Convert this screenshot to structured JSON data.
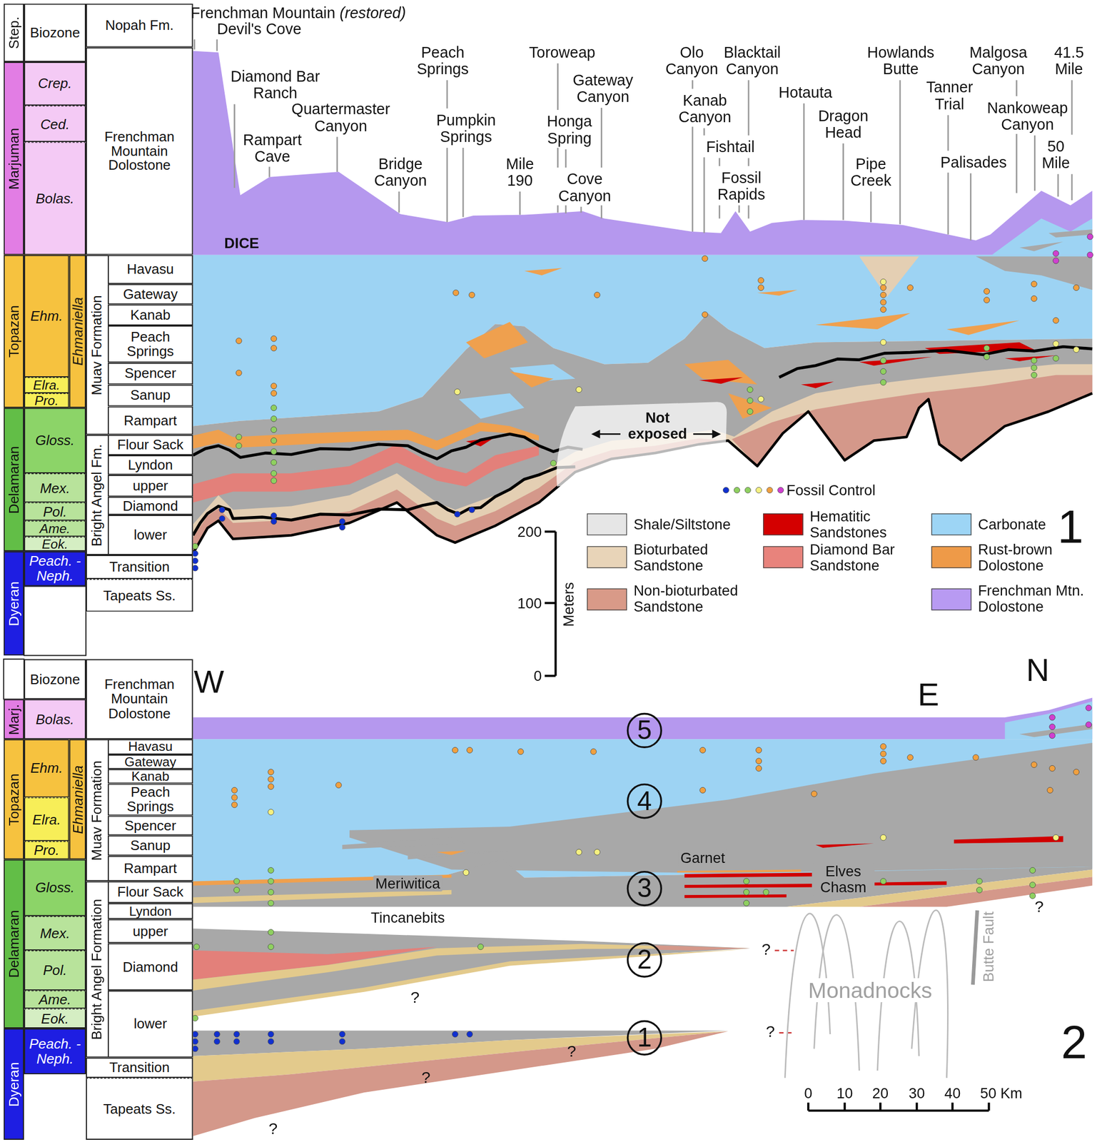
{
  "diagram": {
    "nodes": [
      {
        "text": [
          "Step."
        ]
      },
      {
        "text": [
          "Marjuman"
        ]
      },
      {
        "text": [
          "Topazan"
        ]
      },
      {
        "text": [
          "Delamaran"
        ]
      },
      {
        "text": [
          "Dyeran"
        ]
      },
      {
        "text": [
          "Biozone"
        ]
      },
      {
        "text": [
          "Crep."
        ]
      },
      {
        "text": [
          "Ced."
        ]
      },
      {
        "text": [
          "Bolas."
        ]
      },
      {
        "text": [
          "Ehm."
        ]
      },
      {
        "text": [
          "Elra."
        ]
      },
      {
        "text": [
          "Pro."
        ]
      },
      {
        "text": [
          "Ehmaniella"
        ]
      },
      {
        "text": [
          "Gloss."
        ]
      },
      {
        "text": [
          "Mex."
        ]
      },
      {
        "text": [
          "Pol."
        ]
      },
      {
        "text": [
          "Ame."
        ]
      },
      {
        "text": [
          "Eok."
        ]
      },
      {
        "text": [
          "Peach. -Neph."
        ]
      },
      {
        "text": [
          "Nopah Fm."
        ]
      },
      {
        "text": [
          "Frenchman Mountain Dolostone"
        ]
      },
      {
        "text": [
          "Muav Formation"
        ]
      },
      {
        "text": [
          "Havasu"
        ],
        "in": 21
      },
      {
        "text": [
          "Gateway"
        ],
        "in": 21
      },
      {
        "text": [
          "Kanab"
        ],
        "in": 21
      },
      {
        "text": [
          "Peach Springs"
        ],
        "in": 21
      },
      {
        "text": [
          "Spencer"
        ],
        "in": 21
      },
      {
        "text": [
          "Sanup"
        ],
        "in": 21
      },
      {
        "text": [
          "Rampart"
        ],
        "in": 21
      },
      {
        "text": [
          "Bright Angel Fm."
        ]
      },
      {
        "text": [
          "Flour Sack"
        ],
        "in": 29
      },
      {
        "text": [
          "Lyndon"
        ],
        "in": 29
      },
      {
        "text": [
          "upper"
        ],
        "in": 29
      },
      {
        "text": [
          "Diamond"
        ],
        "in": 29
      },
      {
        "text": [
          "lower"
        ],
        "in": 29
      },
      {
        "text": [
          "Transition"
        ]
      },
      {
        "text": [
          "Tapeats Ss."
        ]
      },
      {
        "text": [
          "Not exposed"
        ]
      },
      {
        "text": [
          "Marj."
        ]
      },
      {
        "text": [
          "Topazan"
        ]
      },
      {
        "text": [
          "Delamaran"
        ]
      },
      {
        "text": [
          "Dyeran"
        ]
      },
      {
        "text": [
          "Biozone"
        ]
      },
      {
        "text": [
          "Bolas."
        ]
      },
      {
        "text": [
          "Ehm."
        ]
      },
      {
        "text": [
          "Elra."
        ]
      },
      {
        "text": [
          "Pro."
        ]
      },
      {
        "text": [
          "Ehmaniella"
        ]
      },
      {
        "text": [
          "Gloss."
        ]
      },
      {
        "text": [
          "Mex."
        ]
      },
      {
        "text": [
          "Pol."
        ]
      },
      {
        "text": [
          "Ame."
        ]
      },
      {
        "text": [
          "Eok."
        ]
      },
      {
        "text": [
          "Peach. -Neph."
        ]
      },
      {
        "text": [
          "Frenchman Mountain Dolostone"
        ]
      },
      {
        "text": [
          "Muav Formation"
        ]
      },
      {
        "text": [
          "Havasu"
        ],
        "in": 55
      },
      {
        "text": [
          "Gateway"
        ],
        "in": 55
      },
      {
        "text": [
          "Kanab"
        ],
        "in": 55
      },
      {
        "text": [
          "Peach Springs"
        ],
        "in": 55
      },
      {
        "text": [
          "Spencer"
        ],
        "in": 55
      },
      {
        "text": [
          "Sanup"
        ],
        "in": 55
      },
      {
        "text": [
          "Rampart"
        ],
        "in": 55
      },
      {
        "text": [
          "Bright Angel Formation"
        ]
      },
      {
        "text": [
          "Flour Sack"
        ],
        "in": 63
      },
      {
        "text": [
          "Lyndon"
        ],
        "in": 63
      },
      {
        "text": [
          "upper"
        ],
        "in": 63
      },
      {
        "text": [
          "Diamond"
        ],
        "in": 63
      },
      {
        "text": [
          "lower"
        ],
        "in": 63
      },
      {
        "text": [
          "Transition"
        ]
      },
      {
        "text": [
          "Tapeats Ss."
        ]
      },
      {
        "text": [
          "5"
        ]
      },
      {
        "text": [
          "4"
        ]
      },
      {
        "text": [
          "3"
        ]
      },
      {
        "text": [
          "2"
        ]
      },
      {
        "text": [
          "1"
        ]
      }
    ],
    "labels": [
      "Frenchman Mountain",
      "(restored)",
      "Devil's Cove",
      "Diamond Bar Ranch",
      "Rampart Cave",
      "Quartermaster Canyon",
      "Bridge Canyon",
      "Peach Springs",
      "Pumpkin Springs",
      "Mile 190",
      "Toroweap",
      "Honga Spring",
      "Gateway Canyon",
      "Cove Canyon",
      "Olo Canyon",
      "Kanab Canyon",
      "Fishtail",
      "Blacktail Canyon",
      "Fossil Rapids",
      "Hotauta",
      "Dragon Head",
      "Pipe Creek",
      "Howlands Butte",
      "Tanner Trial",
      "Palisades",
      "Malgosa Canyon",
      "Nankoweap Canyon",
      "50 Mile",
      "41.5 Mile",
      "DICE",
      "200",
      "100",
      "0",
      "Meters",
      "1",
      "W",
      "E",
      "N",
      "Garnet",
      "Meriwitica",
      "Elves Chasm",
      "Tincanebits",
      "Monadnocks",
      "Butte Fault",
      "?",
      "?",
      "?",
      "?",
      "?",
      "?",
      "?",
      "0",
      "10",
      "20",
      "30",
      "40",
      "50 Km",
      "2"
    ],
    "legend": [
      {
        "text": "Fossil Control"
      },
      {
        "text": "Shale/Siltstone",
        "color": "#e6e6e6"
      },
      {
        "text": "Bioturbated Sandstone",
        "color": "#e8d4b8"
      },
      {
        "text": "Non-bioturbated Sandstone",
        "color": "#d99a88"
      },
      {
        "text": "Hematitic Sandstones",
        "color": "#d40000"
      },
      {
        "text": "Diamond Bar Sandstone",
        "color": "#e8837c"
      },
      {
        "text": "Carbonate",
        "color": "#9dd5f5"
      },
      {
        "text": "Rust-brown Dolostone",
        "color": "#ee9a48"
      },
      {
        "text": "Frenchman Mtn. Dolostone",
        "color": "#b89af2"
      }
    ]
  }
}
